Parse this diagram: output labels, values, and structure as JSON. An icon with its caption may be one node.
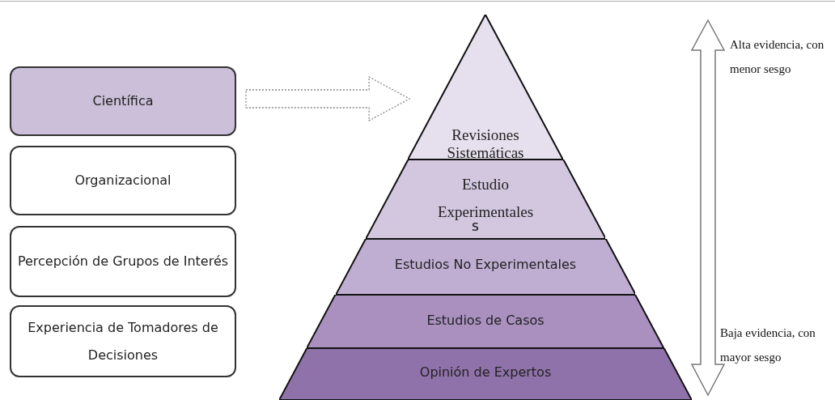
{
  "diagram": {
    "nodes": [
      {
        "text": [
          "Científica"
        ]
      },
      {
        "text": [
          "Organizacional"
        ]
      },
      {
        "text": [
          "Percepción de Grupos de Interés"
        ]
      },
      {
        "text": [
          "Experiencia de Tomadores de Decisiones"
        ]
      },
      {
        "text": [
          "Revisiones Sistemáticas"
        ]
      },
      {
        "text": [
          "Estudio Experimentales"
        ]
      },
      {
        "text": [
          "Estudios No Experimentales"
        ]
      },
      {
        "text": [
          "Estudios de Casos"
        ]
      },
      {
        "text": [
          "Opinión de Expertos"
        ]
      }
    ],
    "edges": [
      {
        "from": 0,
        "to": 4,
        "arrow": "to",
        "style": "dashed"
      }
    ],
    "labels": [
      "Alta evidencia, con menor sesgo",
      "s",
      "Baja evidencia, con mayor sesgo"
    ]
  }
}
